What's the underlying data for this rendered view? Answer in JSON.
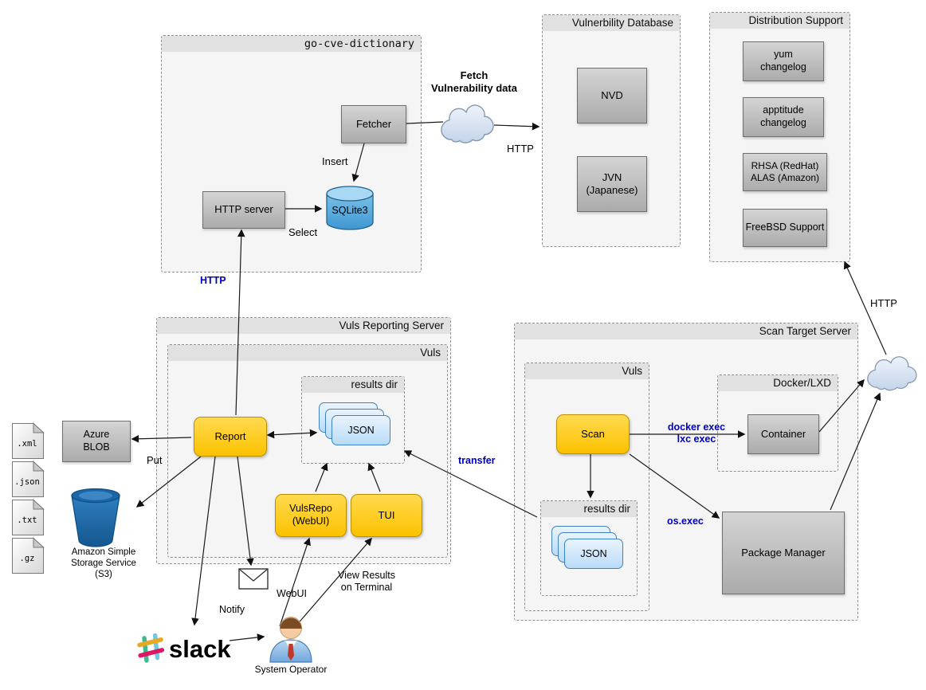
{
  "containers": {
    "go_cve": "go-cve-dictionary",
    "vuln_db": "Vulnerbility Database",
    "dist_support": "Distribution Support",
    "reporting": "Vuls Reporting Server",
    "vuls_report": "Vuls",
    "results_dir_report": "results dir",
    "scan_target": "Scan Target Server",
    "vuls_scan": "Vuls",
    "results_dir_scan": "results dir",
    "docker": "Docker/LXD"
  },
  "nodes": {
    "fetcher": "Fetcher",
    "http_server": "HTTP server",
    "sqlite": "SQLite3",
    "nvd": "NVD",
    "jvn": "JVN\n(Japanese)",
    "yum": "yum\nchangelog",
    "apt": "apptitude\nchangelog",
    "rhsa": "RHSA (RedHat)\nALAS (Amazon)",
    "freebsd": "FreeBSD Support",
    "report": "Report",
    "vulsrepo": "VulsRepo\n(WebUI)",
    "tui": "TUI",
    "scan": "Scan",
    "container": "Container",
    "package_manager": "Package Manager",
    "azure": "Azure\nBLOB",
    "json_doc": "JSON"
  },
  "files": [
    ".xml",
    ".json",
    ".txt",
    ".gz"
  ],
  "labels": {
    "fetch_vuln": "Fetch\nVulnerability data",
    "http_fetch": "HTTP",
    "insert": "Insert",
    "select": "Select",
    "http_report": "HTTP",
    "put": "Put",
    "transfer": "transfer",
    "docker_exec": "docker exec\nlxc exec",
    "os_exec": "os.exec",
    "http_dist": "HTTP",
    "notify": "Notify",
    "webui": "WebUI",
    "view_results": "View Results\non Terminal",
    "system_operator": "System Operator",
    "s3": "Amazon Simple\nStorage Service\n(S3)",
    "slack": "slack"
  },
  "colors": {
    "blue_label": "#0000c0",
    "yellow_node": "#fcc200",
    "gray_node": "#bfbfbf",
    "json_card": "#cfe6fb",
    "cylinder_blue": "#4a9fd8",
    "bucket_blue": "#2176bd",
    "slack_green": "#3EB991",
    "slack_blue": "#6ECADC",
    "slack_yellow": "#E9A820",
    "slack_pink": "#E01563"
  }
}
